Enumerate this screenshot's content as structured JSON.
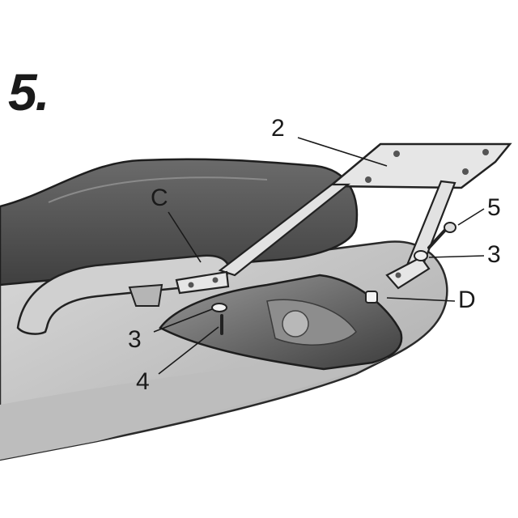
{
  "step": "5.",
  "callouts": {
    "rack": "2",
    "grab_handle": "C",
    "bolt_top": "5",
    "washer_right": "3",
    "tail_cover": "D",
    "washer_left": "3",
    "bolt_left": "4"
  },
  "colors": {
    "background": "#ffffff",
    "seat": "#5a5a5a",
    "body_panel": "#c9c9c9",
    "tail_light": "#6e6e6e",
    "rack": "#e6e6e6",
    "ink": "#1a1a1a"
  }
}
